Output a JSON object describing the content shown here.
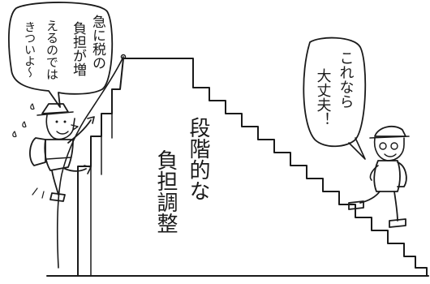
{
  "speech_left": {
    "lines": [
      "急に税の",
      "負担が増",
      "えるのでは",
      "きついよ〜"
    ]
  },
  "speech_right": {
    "lines": [
      "これなら",
      "大丈夫！"
    ]
  },
  "center_label": {
    "column_right": "段階的な",
    "column_left": "負担調整"
  },
  "colors": {
    "ink": "#1a1a1a",
    "paper": "#ffffff"
  }
}
